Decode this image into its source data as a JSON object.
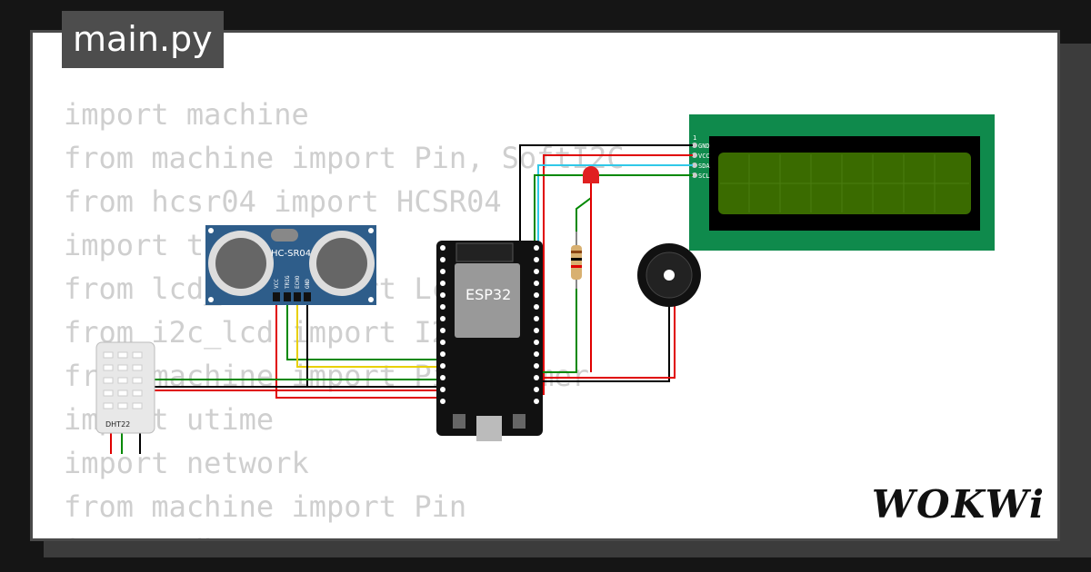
{
  "tab": {
    "label": "main.py"
  },
  "code_lines": [
    "import machine",
    "from machine import Pin, SoftI2C",
    "from hcsr04 import HCSR04",
    "import time",
    "from lcd_api import LcdApi",
    "from i2c_lcd import I2cLcd",
    "from machine import Pin, Timer",
    "import utime",
    "import network",
    "from machine import Pin",
    "import dht"
  ],
  "components": {
    "ultrasonic": {
      "label": "HC-SR04",
      "pins": [
        "VCC",
        "TRIG",
        "ECHO",
        "GND"
      ]
    },
    "mcu": {
      "label": "ESP32"
    },
    "dht": {
      "label": "DHT22"
    },
    "lcd": {
      "pin_index": "1",
      "pins": [
        "GND",
        "VCC",
        "SDA",
        "SCL"
      ]
    }
  },
  "brand": {
    "logo": "WOKWi"
  },
  "colors": {
    "background": "#151515",
    "card": "#ffffff",
    "tab": "#4d4d4d",
    "code": "#cfcfcf",
    "wire_red": "#e00000",
    "wire_black": "#000000",
    "wire_green": "#008800",
    "wire_yellow": "#e8d000",
    "wire_cyan": "#30c8e8",
    "lcd_board": "#0f8a4c",
    "lcd_screen": "#3a6b00",
    "sensor_blue": "#2e5d8a"
  }
}
